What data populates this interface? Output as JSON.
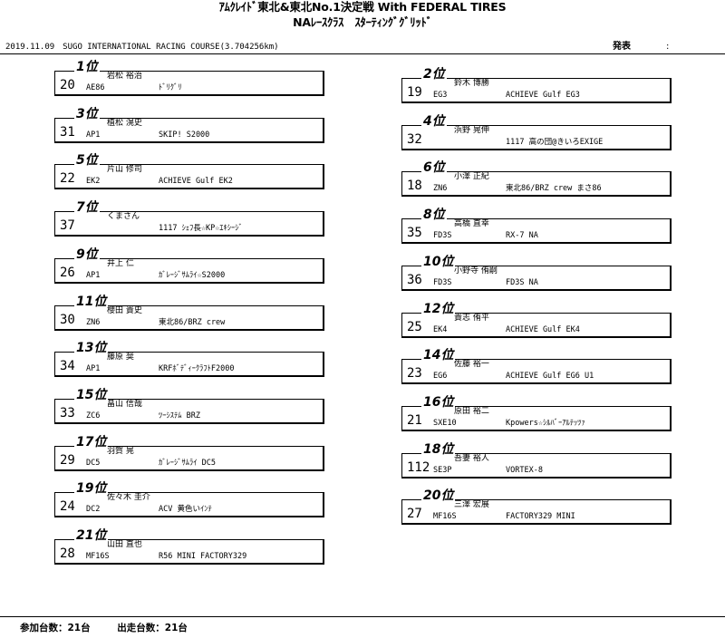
{
  "header": {
    "title_line1": "ｱﾑｸﾚｲﾄﾞ東北&東北No.1決定戦 With FEDERAL TIRES",
    "title_line2": "NAﾚｰｽｸﾗｽ　ｽﾀｰﾃｨﾝｸﾞｸﾞﾘｯﾄﾞ",
    "info": "2019.11.09　SUGO INTERNATIONAL RACING COURSE(3.704256km)",
    "published_label": "発表",
    "published_colon": ":"
  },
  "grid": [
    {
      "pos": "1位",
      "num": "20",
      "driver": "岩松 裕治",
      "model": "AE86",
      "team": "ﾄﾞﾘｸﾞﾘ"
    },
    {
      "pos": "2位",
      "num": "19",
      "driver": "鈴木 博勝",
      "model": "EG3",
      "team": "ACHIEVE Gulf EG3"
    },
    {
      "pos": "3位",
      "num": "31",
      "driver": "植松 滉史",
      "model": "AP1",
      "team": "SKIP! S2000"
    },
    {
      "pos": "4位",
      "num": "32",
      "driver": "浜野 晃伸",
      "model": "",
      "team": "1117 高の団@きいろEXIGE"
    },
    {
      "pos": "5位",
      "num": "22",
      "driver": "片山 修司",
      "model": "EK2",
      "team": "ACHIEVE Gulf EK2"
    },
    {
      "pos": "6位",
      "num": "18",
      "driver": "小澤 正紀",
      "model": "ZN6",
      "team": "東北86/BRZ crew まさ86"
    },
    {
      "pos": "7位",
      "num": "37",
      "driver": "くまさん",
      "model": "",
      "team": "1117 ｼｪﾌ長☆KP☆ｴｷｼｰｼﾞ"
    },
    {
      "pos": "8位",
      "num": "35",
      "driver": "高橋 直幸",
      "model": "FD3S",
      "team": "RX-7 NA"
    },
    {
      "pos": "9位",
      "num": "26",
      "driver": "井上 仁",
      "model": "AP1",
      "team": "ｶﾞﾚｰｼﾞｻﾑﾗｲ☆S2000"
    },
    {
      "pos": "10位",
      "num": "36",
      "driver": "小野寺 侑嗣",
      "model": "FD3S",
      "team": "FD3S NA"
    },
    {
      "pos": "11位",
      "num": "30",
      "driver": "櫻田 貴史",
      "model": "ZN6",
      "team": "東北86/BRZ crew"
    },
    {
      "pos": "12位",
      "num": "25",
      "driver": "貴志 侑平",
      "model": "EK4",
      "team": "ACHIEVE Gulf EK4"
    },
    {
      "pos": "13位",
      "num": "34",
      "driver": "藤原 奨",
      "model": "AP1",
      "team": "KRFﾎﾞﾃﾞｨｰｸﾗﾌﾄF2000"
    },
    {
      "pos": "14位",
      "num": "23",
      "driver": "佐藤 裕一",
      "model": "EG6",
      "team": "ACHIEVE Gulf EG6 U1"
    },
    {
      "pos": "15位",
      "num": "33",
      "driver": "畠山 信哉",
      "model": "ZC6",
      "team": "ﾂｰｼｽﾃﾑ BRZ"
    },
    {
      "pos": "16位",
      "num": "21",
      "driver": "原田 裕二",
      "model": "SXE10",
      "team": "Kpowers☆ｼﾙﾊﾞｰｱﾙﾃｯﾂｧ"
    },
    {
      "pos": "17位",
      "num": "29",
      "driver": "羽賀 晃",
      "model": "DC5",
      "team": "ｶﾞﾚｰｼﾞｻﾑﾗｲ DC5"
    },
    {
      "pos": "18位",
      "num": "112",
      "driver": "吾妻 裕人",
      "model": "SE3P",
      "team": "VORTEX-8"
    },
    {
      "pos": "19位",
      "num": "24",
      "driver": "佐々木 圭介",
      "model": "DC2",
      "team": "ACV 黄色いｲﾝﾃ"
    },
    {
      "pos": "20位",
      "num": "27",
      "driver": "三澤 宏展",
      "model": "MF16S",
      "team": "FACTORY329 MINI"
    },
    {
      "pos": "21位",
      "num": "28",
      "driver": "山田 直也",
      "model": "MF16S",
      "team": "R56 MINI FACTORY329"
    }
  ],
  "footer": {
    "entries": "参加台数：21台",
    "starters": "出走台数：21台"
  }
}
